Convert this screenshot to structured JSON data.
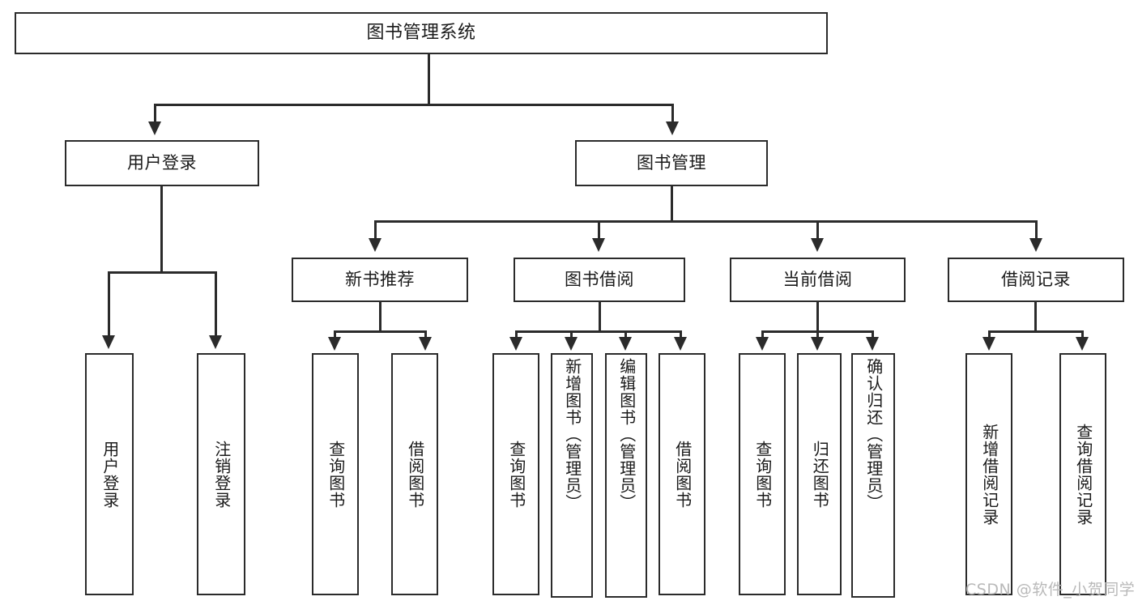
{
  "diagram": {
    "type": "tree-hierarchy-diagram",
    "title": "图书管理系统",
    "orientation": "top-down",
    "box_fill": "#ffffff",
    "line_color": "#2b2b2b",
    "text_color": "#1a1a1a",
    "background": "#ffffff"
  },
  "root": {
    "label": "图书管理系统"
  },
  "level1": [
    {
      "id": "user-login",
      "label": "用户登录"
    },
    {
      "id": "book-manage",
      "label": "图书管理"
    }
  ],
  "level2": [
    {
      "id": "new-book-recommend",
      "label": "新书推荐",
      "parent": "book-manage"
    },
    {
      "id": "book-borrow",
      "label": "图书借阅",
      "parent": "book-manage"
    },
    {
      "id": "current-borrow",
      "label": "当前借阅",
      "parent": "book-manage"
    },
    {
      "id": "borrow-record",
      "label": "借阅记录",
      "parent": "book-manage"
    }
  ],
  "leaves": {
    "user_login": [
      {
        "id": "leaf-user-login",
        "label": "用户登录"
      },
      {
        "id": "leaf-user-logout",
        "label": "注销登录"
      }
    ],
    "new_book_recommend": [
      {
        "id": "leaf-query-book-1",
        "label": "查询图书"
      },
      {
        "id": "leaf-borrow-book-1",
        "label": "借阅图书"
      }
    ],
    "book_borrow": [
      {
        "id": "leaf-query-book-2",
        "label": "查询图书"
      },
      {
        "id": "leaf-add-book",
        "label": "新增图书（管理员）"
      },
      {
        "id": "leaf-edit-book",
        "label": "编辑图书（管理员）"
      },
      {
        "id": "leaf-borrow-book-2",
        "label": "借阅图书"
      }
    ],
    "current_borrow": [
      {
        "id": "leaf-query-book-3",
        "label": "查询图书"
      },
      {
        "id": "leaf-return-book",
        "label": "归还图书"
      },
      {
        "id": "leaf-confirm-return",
        "label": "确认归还（管理员）"
      }
    ],
    "borrow_record": [
      {
        "id": "leaf-add-record",
        "label": "新增借阅记录"
      },
      {
        "id": "leaf-query-record",
        "label": "查询借阅记录"
      }
    ]
  },
  "watermark": {
    "text": "CSDN @软件_小贺同学",
    "color": "#b9b9b9"
  }
}
